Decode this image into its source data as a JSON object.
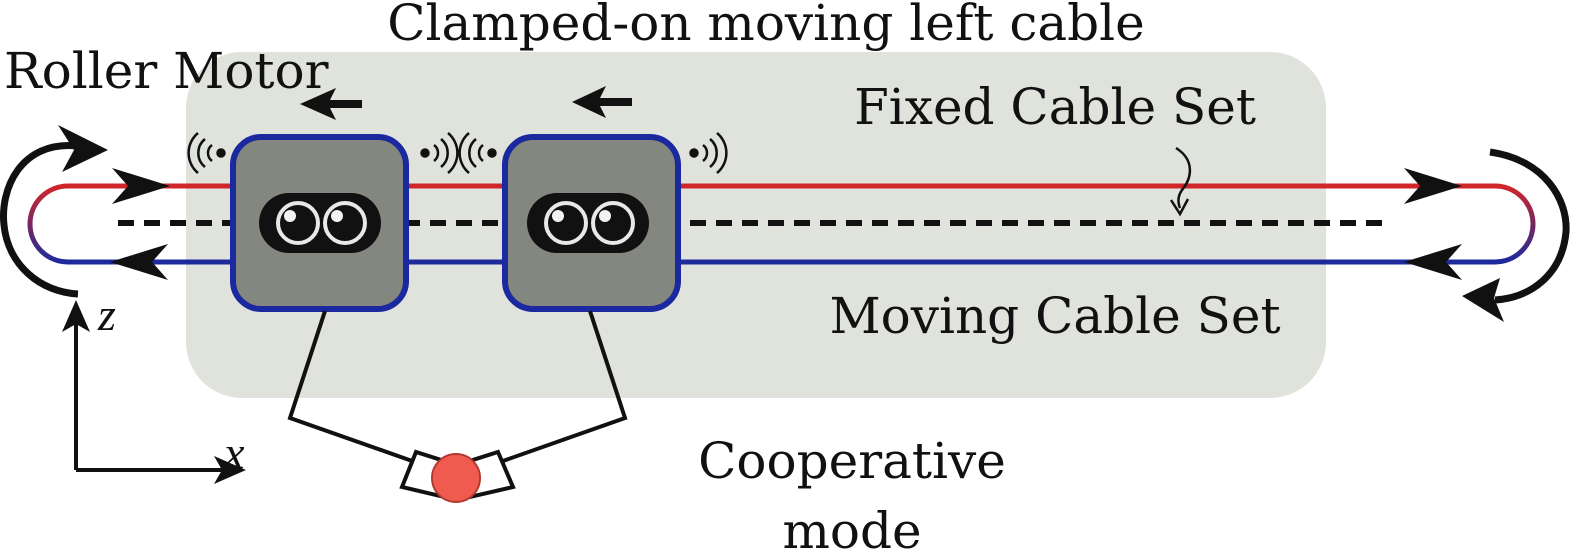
{
  "labels": {
    "title": "Clamped-on moving left cable",
    "roller_motor": "Roller Motor",
    "fixed_cable_set": "Fixed Cable Set",
    "moving_cable_set": "Moving Cable Set",
    "cooperative_line1": "Cooperative",
    "cooperative_line2": "mode",
    "axis_z": "z",
    "axis_x": "x"
  },
  "colors": {
    "background_panel": "#dfe3dc",
    "cable_top": "#d0262a",
    "cable_bottom": "#1d2a9c",
    "robot_body": "#848680",
    "robot_border": "#1a2a9e",
    "robot_eyes": "#111111",
    "payload": "#f15a4f"
  },
  "robots": [
    {
      "name": "left-robot",
      "motion": "left"
    },
    {
      "name": "right-robot",
      "motion": "left"
    }
  ]
}
